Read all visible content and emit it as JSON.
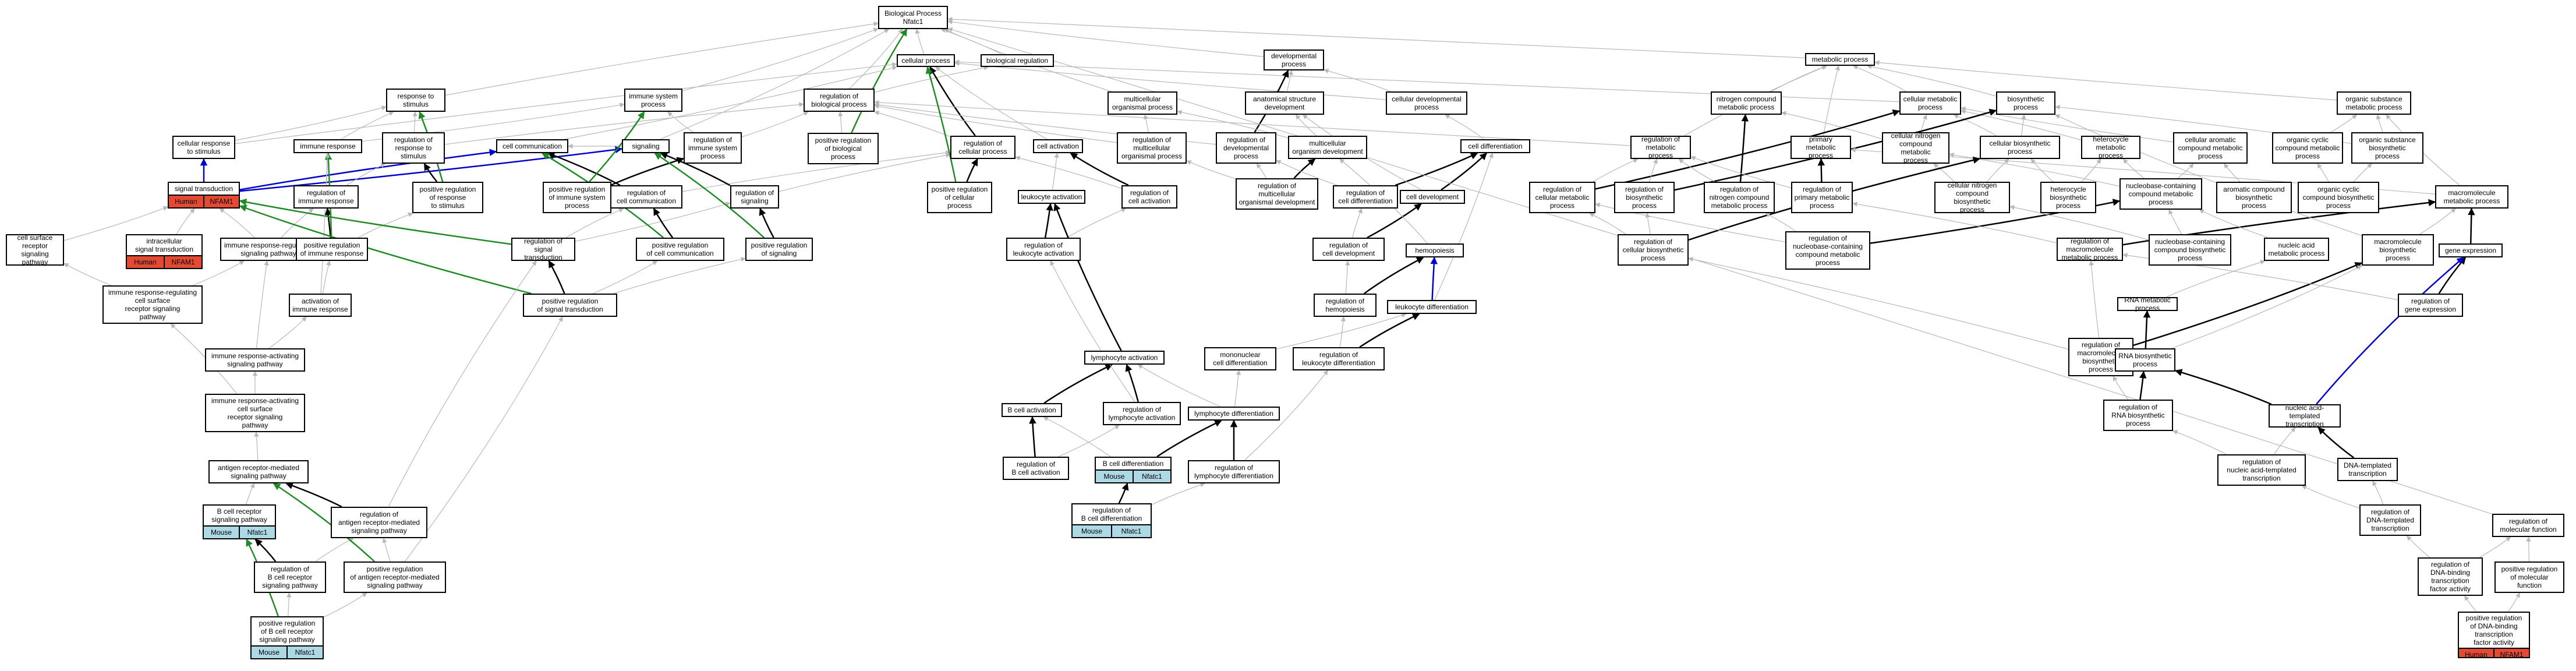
{
  "colors": {
    "gray": "#b8b8b8",
    "black": "#000000",
    "green": "#1f8b24",
    "blue": "#0000cc",
    "mouse": "#add8e6",
    "human": "#e34a33"
  },
  "nodes": [
    {
      "id": "bp",
      "label": "Biological Process\nNfatc1"
    },
    {
      "id": "cp",
      "label": "cellular process"
    },
    {
      "id": "breg",
      "label": "biological regulation"
    },
    {
      "id": "devp",
      "label": "developmental\nprocess"
    },
    {
      "id": "metp",
      "label": "metabolic process"
    },
    {
      "id": "rstim",
      "label": "response to\nstimulus"
    },
    {
      "id": "isp",
      "label": "immune system\nprocess"
    },
    {
      "id": "regbp",
      "label": "regulation of\nbiological process"
    },
    {
      "id": "posregbp",
      "label": "positive regulation\nof biological\nprocess"
    },
    {
      "id": "multdev",
      "label": "multicellular\norganismal process"
    },
    {
      "id": "anat",
      "label": "anatomical structure\ndevelopment"
    },
    {
      "id": "celldev",
      "label": "cellular developmental\nprocess"
    },
    {
      "id": "ncmp",
      "label": "nitrogen compound\nmetabolic process"
    },
    {
      "id": "cmp",
      "label": "cellular metabolic\nprocess"
    },
    {
      "id": "biosyn",
      "label": "biosynthetic\nprocess"
    },
    {
      "id": "osmp",
      "label": "organic substance\nmetabolic process"
    },
    {
      "id": "crstim",
      "label": "cellular response\nto stimulus"
    },
    {
      "id": "immresp",
      "label": "immune response"
    },
    {
      "id": "regrstim",
      "label": "regulation of\nresponse to\nstimulus"
    },
    {
      "id": "cellcomm",
      "label": "cell communication"
    },
    {
      "id": "signaling",
      "label": "signaling"
    },
    {
      "id": "regisp",
      "label": "regulation of\nimmune system\nprocess"
    },
    {
      "id": "regcp",
      "label": "regulation of\ncellular process"
    },
    {
      "id": "cellact",
      "label": "cell activation"
    },
    {
      "id": "regmop",
      "label": "regulation of\nmulticellular\norganismal process"
    },
    {
      "id": "regdevp",
      "label": "regulation of\ndevelopmental\nprocess"
    },
    {
      "id": "moddev",
      "label": "multicellular\norganism development"
    },
    {
      "id": "celldiff",
      "label": "cell differentiation"
    },
    {
      "id": "regmetp",
      "label": "regulation of\nmetabolic process"
    },
    {
      "id": "pmp",
      "label": "primary metabolic\nprocess"
    },
    {
      "id": "cncmp",
      "label": "cellular nitrogen\ncompound metabolic\nprocess"
    },
    {
      "id": "cbp",
      "label": "cellular biosynthetic\nprocess"
    },
    {
      "id": "hmp",
      "label": "heterocycle\nmetabolic process"
    },
    {
      "id": "camp",
      "label": "cellular aromatic\ncompound metabolic\nprocess"
    },
    {
      "id": "ocmp",
      "label": "organic cyclic\ncompound metabolic\nprocess"
    },
    {
      "id": "osbp",
      "label": "organic substance\nbiosynthetic\nprocess"
    },
    {
      "id": "sigtrans",
      "label": "signal transduction",
      "tags": [
        "Human",
        "NFAM1"
      ]
    },
    {
      "id": "regimmresp",
      "label": "regulation of\nimmune response"
    },
    {
      "id": "posregrstim",
      "label": "positive regulation\nof response\nto stimulus"
    },
    {
      "id": "regcellcomm",
      "label": "regulation of\ncell communication"
    },
    {
      "id": "posregisp",
      "label": "positive regulation\nof immune system\nprocess"
    },
    {
      "id": "regsig",
      "label": "regulation of\nsignaling"
    },
    {
      "id": "posregcp",
      "label": "positive regulation\nof cellular\nprocess"
    },
    {
      "id": "leukact",
      "label": "leukocyte activation"
    },
    {
      "id": "regcellact",
      "label": "regulation of\ncell activation"
    },
    {
      "id": "regmod",
      "label": "regulation of\nmulticellular\norganismal development"
    },
    {
      "id": "regcelldiff",
      "label": "regulation of\ncell differentiation"
    },
    {
      "id": "celldevp",
      "label": "cell development"
    },
    {
      "id": "regcmp",
      "label": "regulation of\ncellular metabolic\nprocess"
    },
    {
      "id": "regbiosyn",
      "label": "regulation of\nbiosynthetic\nprocess"
    },
    {
      "id": "regncmp",
      "label": "regulation of\nnitrogen compound\nmetabolic process"
    },
    {
      "id": "regpmp",
      "label": "regulation of\nprimary metabolic\nprocess"
    },
    {
      "id": "cncbp",
      "label": "cellular nitrogen\ncompound biosynthetic\nprocess"
    },
    {
      "id": "hbp",
      "label": "heterocycle\nbiosynthetic\nprocess"
    },
    {
      "id": "nbcmp",
      "label": "nucleobase-containing\ncompound metabolic\nprocess"
    },
    {
      "id": "acbp",
      "label": "aromatic compound\nbiosynthetic\nprocess"
    },
    {
      "id": "ocbp",
      "label": "organic cyclic\ncompound biosynthetic\nprocess"
    },
    {
      "id": "macmp",
      "label": "macromolecule\nmetabolic process"
    },
    {
      "id": "csrsp",
      "label": "cell surface\nreceptor signaling\npathway"
    },
    {
      "id": "ist",
      "label": "intracellular\nsignal transduction",
      "tags": [
        "Human",
        "NFAM1"
      ]
    },
    {
      "id": "irsp",
      "label": "immune response-regulating\nsignaling pathway"
    },
    {
      "id": "posregimmresp",
      "label": "positive regulation\nof immune response"
    },
    {
      "id": "regst",
      "label": "regulation of\nsignal transduction"
    },
    {
      "id": "posregcellcomm",
      "label": "positive regulation\nof cell communication"
    },
    {
      "id": "posregsig",
      "label": "positive regulation\nof signaling"
    },
    {
      "id": "regleukact",
      "label": "regulation of\nleukocyte activation"
    },
    {
      "id": "regcelldev",
      "label": "regulation of\ncell development"
    },
    {
      "id": "hemopoiesis",
      "label": "hemopoiesis"
    },
    {
      "id": "regcbp",
      "label": "regulation of\ncellular biosynthetic\nprocess"
    },
    {
      "id": "regnbcmp",
      "label": "regulation of\nnucleobase-containing\ncompound metabolic\nprocess"
    },
    {
      "id": "regmacmp",
      "label": "regulation of\nmacromolecule\nmetabolic process"
    },
    {
      "id": "nbcbp",
      "label": "nucleobase-containing\ncompound biosynthetic\nprocess"
    },
    {
      "id": "namp",
      "label": "nucleic acid\nmetabolic process"
    },
    {
      "id": "macbp",
      "label": "macromolecule\nbiosynthetic\nprocess"
    },
    {
      "id": "geneexp",
      "label": "gene expression"
    },
    {
      "id": "irrcs",
      "label": "immune response-regulating\ncell surface\nreceptor signaling\npathway"
    },
    {
      "id": "actimm",
      "label": "activation of\nimmune response"
    },
    {
      "id": "posregst",
      "label": "positive regulation\nof signal transduction"
    },
    {
      "id": "reghemo",
      "label": "regulation of\nhemopoiesis"
    },
    {
      "id": "leukdiff",
      "label": "leukocyte differentiation"
    },
    {
      "id": "rnamp",
      "label": "RNA metabolic\nprocess"
    },
    {
      "id": "regmacbp",
      "label": "regulation of\nmacromolecule\nbiosynthetic\nprocess"
    },
    {
      "id": "reggeneexp",
      "label": "regulation of\ngene expression"
    },
    {
      "id": "iasp",
      "label": "immune response-activating\nsignaling pathway"
    },
    {
      "id": "lymphact",
      "label": "lymphocyte activation"
    },
    {
      "id": "mncd",
      "label": "mononuclear\ncell differentiation"
    },
    {
      "id": "regleukdiff",
      "label": "regulation of\nleukocyte differentiation"
    },
    {
      "id": "rnabp",
      "label": "RNA biosynthetic\nprocess"
    },
    {
      "id": "iacs",
      "label": "immune response-activating\ncell surface\nreceptor signaling\npathway"
    },
    {
      "id": "bcellact",
      "label": "B cell activation"
    },
    {
      "id": "reglymphact",
      "label": "regulation of\nlymphocyte activation"
    },
    {
      "id": "lymphdiff",
      "label": "lymphocyte differentiation"
    },
    {
      "id": "regrnabp",
      "label": "regulation of\nRNA biosynthetic\nprocess"
    },
    {
      "id": "natt",
      "label": "nucleic acid-templated\ntranscription"
    },
    {
      "id": "arsp",
      "label": "antigen receptor-mediated\nsignaling pathway"
    },
    {
      "id": "regbcellact",
      "label": "regulation of\nB cell activation"
    },
    {
      "id": "bcelldiff",
      "label": "B cell differentiation",
      "tags": [
        "Mouse",
        "Nfatc1"
      ]
    },
    {
      "id": "reglymphdiff",
      "label": "regulation of\nlymphocyte differentiation"
    },
    {
      "id": "regnatt",
      "label": "regulation of\nnucleic acid-templated\ntranscription"
    },
    {
      "id": "dtt",
      "label": "DNA-templated\ntranscription"
    },
    {
      "id": "regmf",
      "label": "regulation of\nmolecular function"
    },
    {
      "id": "bcrsp",
      "label": "B cell receptor\nsignaling pathway",
      "tags": [
        "Mouse",
        "Nfatc1"
      ]
    },
    {
      "id": "regarsp",
      "label": "regulation of\nantigen receptor-mediated\nsignaling pathway"
    },
    {
      "id": "regbcelldiff",
      "label": "regulation of\nB cell differentiation",
      "tags": [
        "Mouse",
        "Nfatc1"
      ]
    },
    {
      "id": "regdtt",
      "label": "regulation of\nDNA-templated\ntranscription"
    },
    {
      "id": "regbcrsp",
      "label": "regulation of\nB cell receptor\nsignaling pathway"
    },
    {
      "id": "posregarsp",
      "label": "positive regulation\nof antigen receptor-mediated\nsignaling pathway"
    },
    {
      "id": "regdbtfa",
      "label": "regulation of\nDNA-binding\ntranscription\nfactor activity"
    },
    {
      "id": "posregmf",
      "label": "positive regulation\nof molecular\nfunction"
    },
    {
      "id": "posregbcrsp",
      "label": "positive regulation\nof B cell receptor\nsignaling pathway",
      "tags": [
        "Mouse",
        "Nfatc1"
      ]
    },
    {
      "id": "posregdbtfa",
      "label": "positive regulation\nof DNA-binding\ntranscription\nfactor activity",
      "tags": [
        "Human",
        "NFAM1"
      ]
    }
  ]
}
